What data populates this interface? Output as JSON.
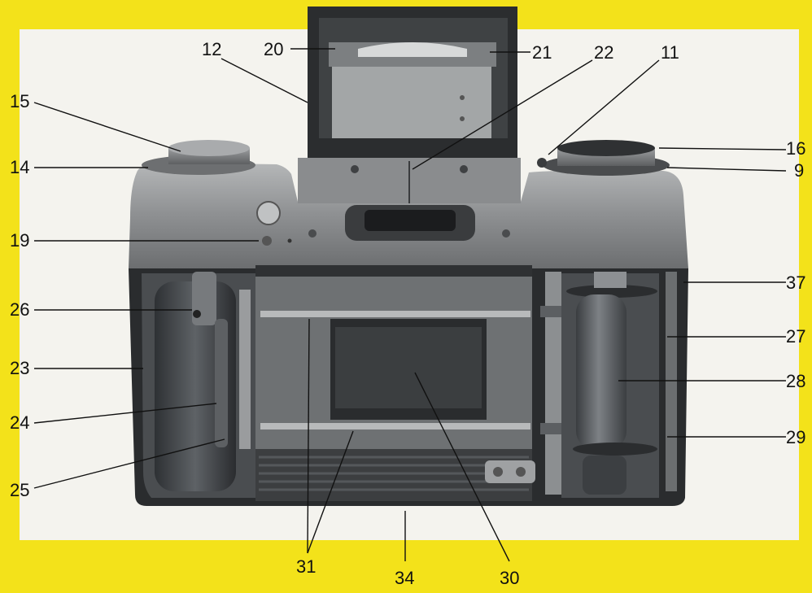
{
  "figure": {
    "background_color": "#f3e21a",
    "panel_color": "#f4f3ee",
    "labels": {
      "c12": "12",
      "c20": "20",
      "c21": "21",
      "c22": "22",
      "c11": "11",
      "c15": "15",
      "c14": "14",
      "c16": "16",
      "c9": "9",
      "c19": "19",
      "c26": "26",
      "c37": "37",
      "c23": "23",
      "c27": "27",
      "c28": "28",
      "c24": "24",
      "c29": "29",
      "c25": "25",
      "c31": "31",
      "c34": "34",
      "c30": "30"
    }
  }
}
